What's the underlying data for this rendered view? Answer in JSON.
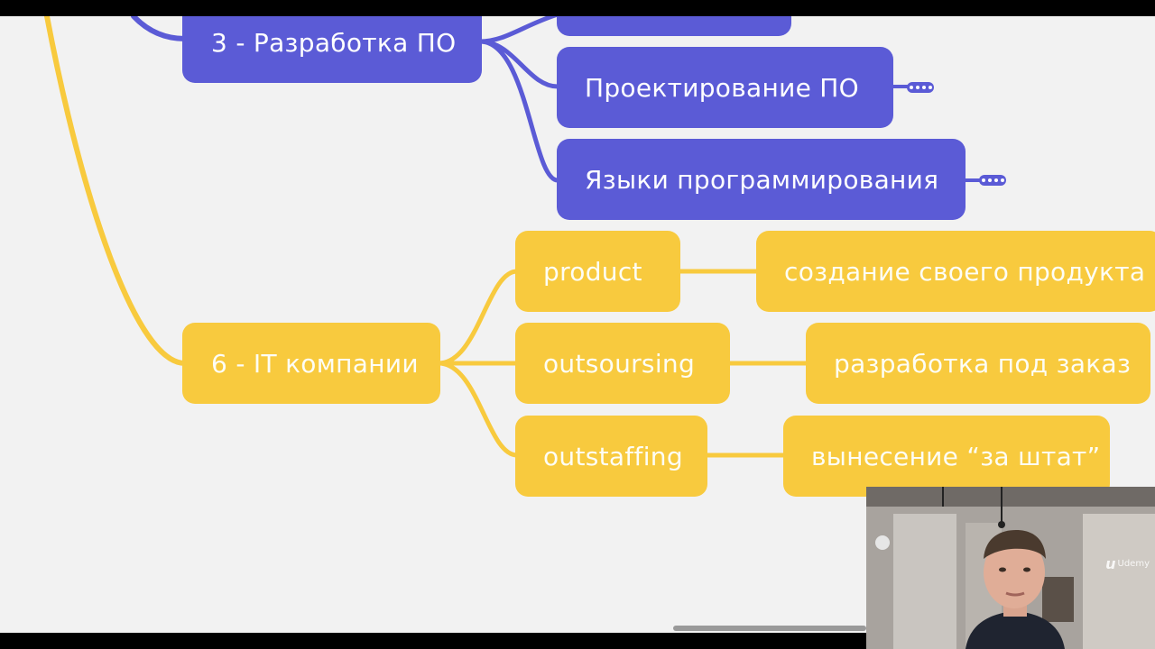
{
  "mindmap": {
    "parent_dev": "3 - Разработка ПО",
    "child_design": "Проектирование ПО",
    "child_languages": "Языки программирования",
    "parent_it": "6 - IT компании",
    "product": "product",
    "product_desc": "создание своего продукта",
    "outsoursing": "outsoursing",
    "outsoursing_desc": "разработка под заказ",
    "outstaffing": "outstaffing",
    "outstaffing_desc": "вынесение “за штат”"
  },
  "watermark": {
    "brand": "Udemy",
    "logo_glyph": "u"
  },
  "icons": {
    "collapse": "more-dots-icon"
  },
  "colors": {
    "purple_branch": "#5b5bd6",
    "yellow_branch": "#f8ca3e",
    "canvas_bg": "#f2f2f2"
  }
}
